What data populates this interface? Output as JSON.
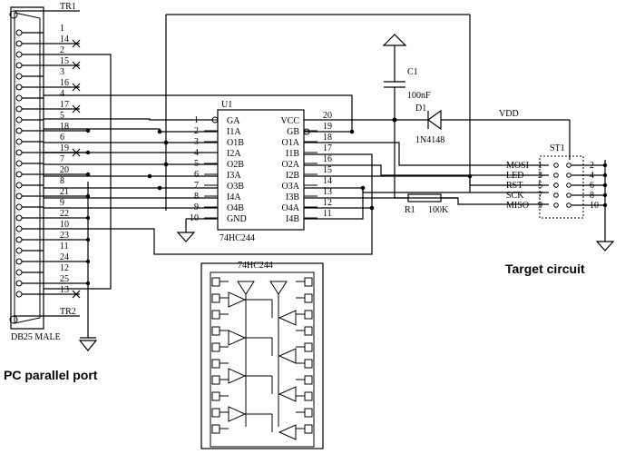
{
  "labels": {
    "db25": "DB25 MALE",
    "pc_port": "PC parallel port",
    "target": "Target circuit",
    "u1_ref": "U1",
    "u1_part": "74HC244",
    "c1_ref": "C1",
    "c1_val": "100nF",
    "d1_ref": "D1",
    "d1_val": "1N4148",
    "r1_ref": "R1",
    "r1_val": "100K",
    "st1_ref": "ST1",
    "vdd": "VDD",
    "tr1": "TR1",
    "tr2": "TR2",
    "chip_title": "74HC244"
  },
  "db25_pins": [
    "1",
    "14",
    "2",
    "15",
    "3",
    "16",
    "4",
    "17",
    "5",
    "18",
    "6",
    "19",
    "7",
    "20",
    "8",
    "21",
    "9",
    "22",
    "10",
    "23",
    "11",
    "24",
    "12",
    "25",
    "13"
  ],
  "u1_left_pins": [
    {
      "num": "1",
      "name": "GA"
    },
    {
      "num": "2",
      "name": "I1A"
    },
    {
      "num": "3",
      "name": "O1B"
    },
    {
      "num": "4",
      "name": "I2A"
    },
    {
      "num": "5",
      "name": "O2B"
    },
    {
      "num": "6",
      "name": "I3A"
    },
    {
      "num": "7",
      "name": "O3B"
    },
    {
      "num": "8",
      "name": "I4A"
    },
    {
      "num": "9",
      "name": "O4B"
    },
    {
      "num": "10",
      "name": "GND"
    }
  ],
  "u1_right_pins": [
    {
      "num": "20",
      "name": "VCC"
    },
    {
      "num": "19",
      "name": "GB"
    },
    {
      "num": "18",
      "name": "O1A"
    },
    {
      "num": "17",
      "name": "I1B"
    },
    {
      "num": "16",
      "name": "O2A"
    },
    {
      "num": "15",
      "name": "I2B"
    },
    {
      "num": "14",
      "name": "O3A"
    },
    {
      "num": "13",
      "name": "I3B"
    },
    {
      "num": "12",
      "name": "O4A"
    },
    {
      "num": "11",
      "name": "I4B"
    }
  ],
  "st1_rows": [
    {
      "signal": "MOSI",
      "left": "1",
      "right": "2"
    },
    {
      "signal": "LED",
      "left": "3",
      "right": "4"
    },
    {
      "signal": "RST",
      "left": "5",
      "right": "6"
    },
    {
      "signal": "SCK",
      "left": "7",
      "right": "8"
    },
    {
      "signal": "MISO",
      "left": "9",
      "right": "10"
    }
  ]
}
